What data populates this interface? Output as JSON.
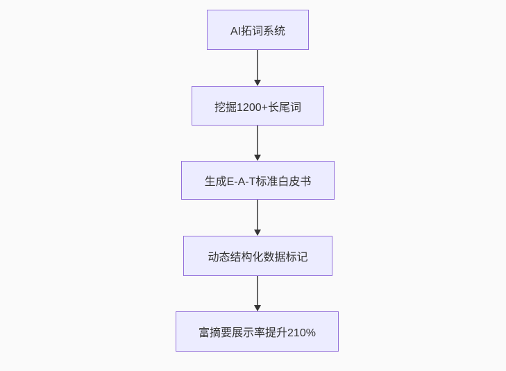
{
  "flowchart": {
    "type": "flowchart-top-down",
    "background_color": "#fafafa",
    "node_fill_color": "#ececff",
    "node_border_color": "#9370db",
    "node_text_color": "#333333",
    "arrow_color": "#333333",
    "nodes": [
      {
        "label": "AI拓词系统"
      },
      {
        "label": "挖掘1200+长尾词"
      },
      {
        "label": "生成E-A-T标准白皮书"
      },
      {
        "label": "动态结构化数据标记"
      },
      {
        "label": "富摘要展示率提升210%"
      }
    ],
    "edges": [
      {
        "from": "AI拓词系统",
        "to": "挖掘1200+长尾词"
      },
      {
        "from": "挖掘1200+长尾词",
        "to": "生成E-A-T标准白皮书"
      },
      {
        "from": "生成E-A-T标准白皮书",
        "to": "动态结构化数据标记"
      },
      {
        "from": "动态结构化数据标记",
        "to": "富摘要展示率提升210%"
      }
    ]
  }
}
